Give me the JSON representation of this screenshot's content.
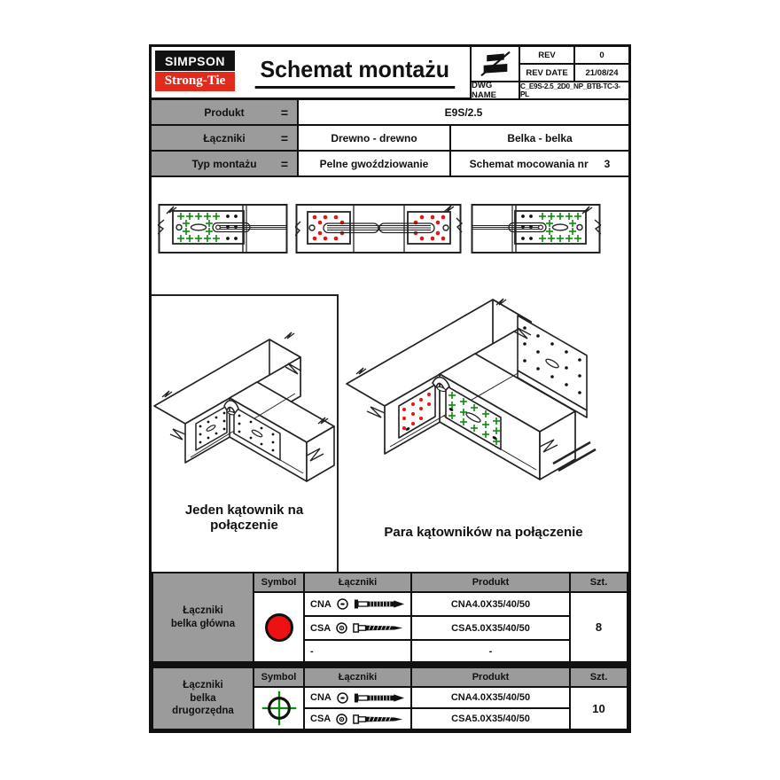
{
  "header": {
    "brand": {
      "top": "SIMPSON",
      "bottom": "Strong-Tie"
    },
    "title": "Schemat montażu",
    "rev": {
      "label": "REV",
      "value": "0"
    },
    "rev_date": {
      "label": "REV DATE",
      "value": "21/08/24"
    },
    "dwg": {
      "label": "DWG NAME",
      "value": "C_E9S-2.5_2D0_NP_BTB-TC-3-PL"
    }
  },
  "info": {
    "rows": [
      {
        "label": "Produkt",
        "eq": "=",
        "value": "E9S/2.5"
      },
      {
        "label": "Łączniki",
        "eq": "=",
        "value1": "Drewno - drewno",
        "value2": "Belka - belka"
      },
      {
        "label": "Typ montażu",
        "eq": "=",
        "value1": "Pelne gwoździowanie",
        "value2": "Schemat mocowania nr",
        "value2_num": "3"
      }
    ]
  },
  "drawings": {
    "caption_single": "Jeden kątownik na połączenie",
    "caption_pair": "Para kątowników na połączenie",
    "main_beam_marker_color": "#ee1111",
    "secondary_beam_marker_color": "#0c8a0c"
  },
  "colors": {
    "logo_red": "#e02b1d",
    "cell_gray": "#9b9b9b",
    "accent_red": "#ee1111",
    "accent_green": "#0c8a0c"
  },
  "icons": {
    "projection": "first-angle-projection-icon",
    "nail_head": "nail-head-top-view-icon",
    "nail_side": "ring-shank-nail-icon",
    "screw_head": "screw-head-top-view-icon",
    "screw_side": "wood-screw-icon",
    "symbol_main": "red-filled-circle",
    "symbol_secondary": "green-crosshair-circle"
  },
  "fastener_tables": [
    {
      "section": {
        "lines": [
          "Łączniki",
          "belka główna",
          ""
        ]
      },
      "headers": {
        "symbol": "Symbol",
        "fasteners": "Łączniki",
        "product": "Produkt",
        "qty": "Szt."
      },
      "rows": [
        {
          "code": "CNA",
          "product": "CNA4.0X35/40/50"
        },
        {
          "code": "CSA",
          "product": "CSA5.0X35/40/50"
        },
        {
          "code": "-",
          "product": "-"
        }
      ],
      "qty": "8"
    },
    {
      "section": {
        "lines": [
          "Łączniki",
          "belka",
          "drugorzędna"
        ]
      },
      "headers": {
        "symbol": "Symbol",
        "fasteners": "Łączniki",
        "product": "Produkt",
        "qty": "Szt."
      },
      "rows": [
        {
          "code": "CNA",
          "product": "CNA4.0X35/40/50"
        },
        {
          "code": "CSA",
          "product": "CSA5.0X35/40/50"
        }
      ],
      "qty": "10"
    }
  ]
}
